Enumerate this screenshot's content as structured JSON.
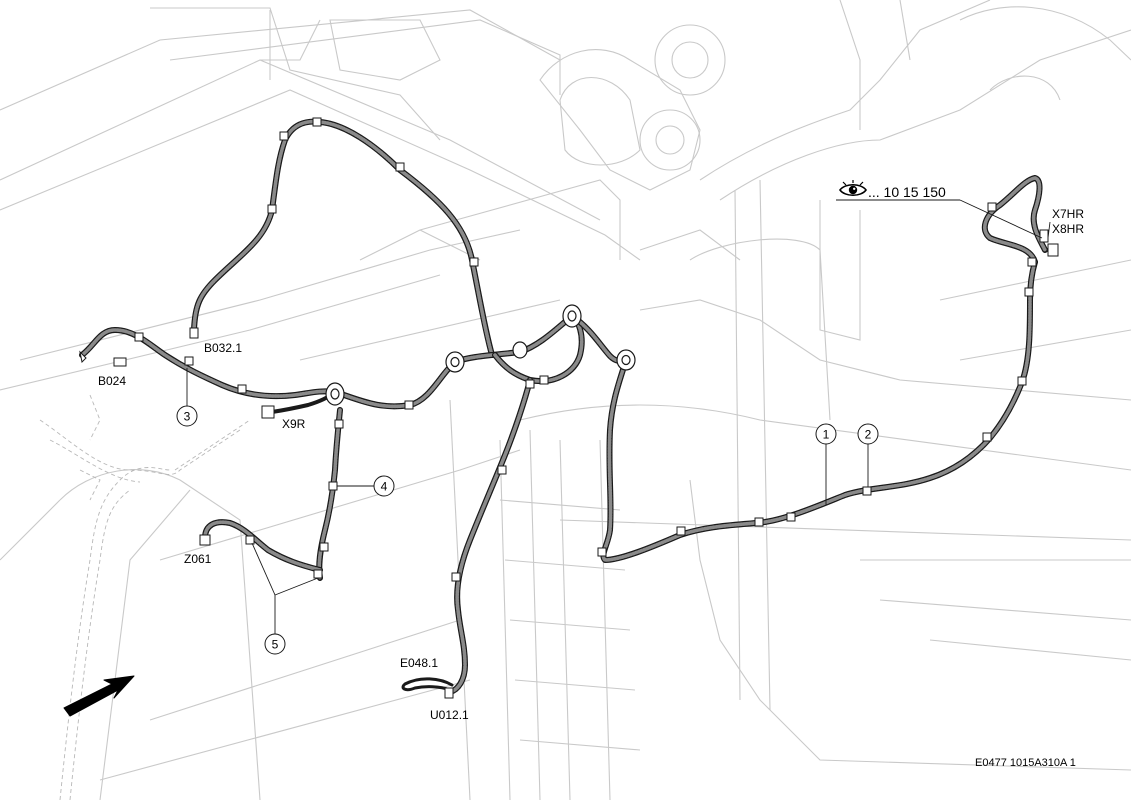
{
  "labels": {
    "b032": "B032.1",
    "b024": "B024",
    "x9r": "X9R",
    "z061": "Z061",
    "e048": "E048.1",
    "u012": "U012.1",
    "x7hr": "X7HR",
    "x8hr": "X8HR"
  },
  "callouts": {
    "c1": "1",
    "c2": "2",
    "c3": "3",
    "c4": "4",
    "c5": "5"
  },
  "reference": {
    "view_text": "... 10 15 150",
    "view_icon": "eye-icon"
  },
  "footer": {
    "drawing_id": "E0477 1015A310A 1"
  },
  "colors": {
    "harness": "#1a1a1a",
    "background_lines": "#c9c9c9"
  }
}
